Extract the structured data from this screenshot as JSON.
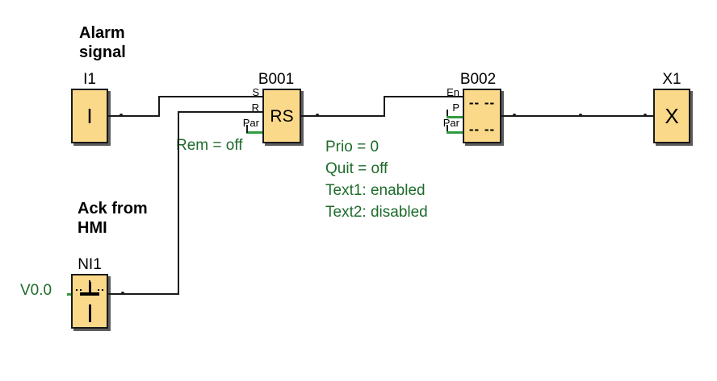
{
  "diagram": {
    "title": "LOGO! function block diagram",
    "colors": {
      "block_fill": "#fad98a",
      "block_border": "#1a1a1a",
      "wire": "#1a1a1a",
      "green_text": "#1d6b2b",
      "green_wire": "#2e9b3f",
      "background": "#ffffff"
    }
  },
  "comments": {
    "alarm_signal": "Alarm\nsignal",
    "ack_from_hmi": "Ack from\nHMI"
  },
  "blocks": {
    "i1": {
      "designator": "I1",
      "glyph": "I",
      "type": "digital-input"
    },
    "ni1": {
      "designator": "NI1",
      "glyph": "I",
      "type": "network-input",
      "variable": "V0.0"
    },
    "b001": {
      "designator": "B001",
      "glyph": "RS",
      "type": "rs-latching-relay",
      "pins": [
        "S",
        "R",
        "Par"
      ],
      "parameters": "Rem = off"
    },
    "b002": {
      "designator": "B002",
      "glyph": "-- --",
      "type": "message-text",
      "pins": [
        "En",
        "P",
        "Par"
      ],
      "row1": "-- --",
      "row2": "-- --",
      "parameters": "Prio = 0\nQuit = off\nText1: enabled\nText2: disabled"
    },
    "x1": {
      "designator": "X1",
      "glyph": "X",
      "type": "open-connector"
    }
  }
}
